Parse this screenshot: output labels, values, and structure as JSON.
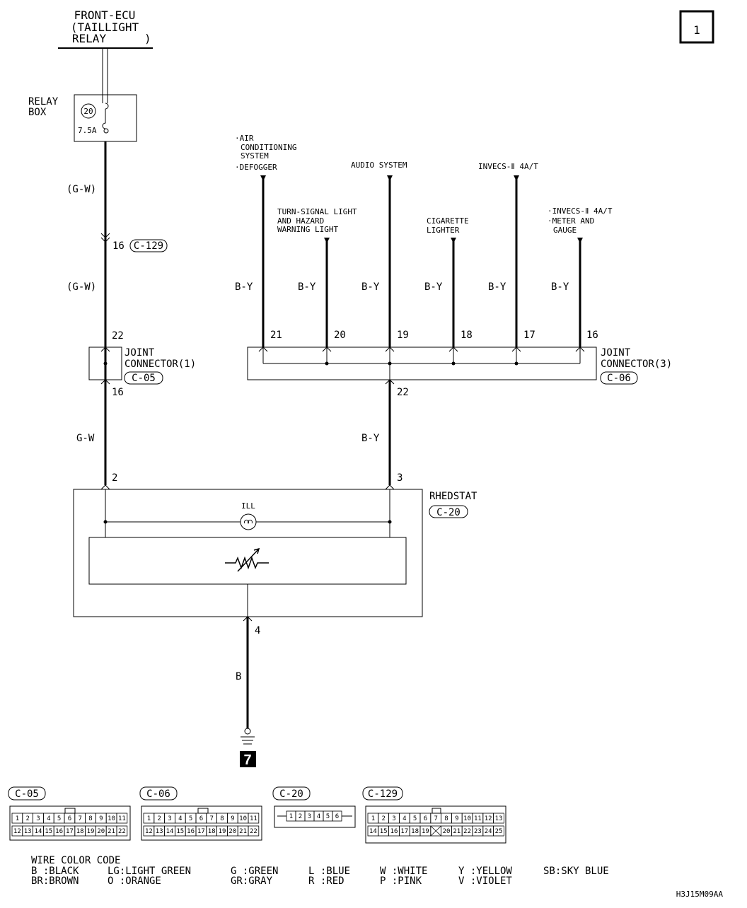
{
  "page_number": "1",
  "doc_code": "H3J15M09AA",
  "relay": {
    "line1": "FRONT-ECU",
    "line2": "(TAILLIGHT",
    "line3": "RELAY",
    "line3_close": ")"
  },
  "relay_box": {
    "label1": "RELAY",
    "label2": "BOX",
    "fuse_no": "20",
    "fuse_rating": "7.5A"
  },
  "left_wires": {
    "w1": "(G-W)",
    "pin_c129": "16",
    "conn_c129": "C-129",
    "w2": "(G-W)",
    "pin22": "22",
    "pin16": "16",
    "w3": "G-W",
    "pin2": "2"
  },
  "jc1": {
    "line1": "JOINT",
    "line2": "CONNECTOR(1)",
    "code": "C-05"
  },
  "jc3": {
    "line1": "JOINT",
    "line2": "CONNECTOR(3)",
    "code": "C-06"
  },
  "destinations": {
    "ac_1": "·AIR",
    "ac_2": "CONDITIONING",
    "ac_3": "SYSTEM",
    "ac_4": "·DEFOGGER",
    "audio": "AUDIO SYSTEM",
    "invecs": "INVECS-Ⅱ 4A/T",
    "turn_1": "TURN-SIGNAL LIGHT",
    "turn_2": "AND HAZARD",
    "turn_3": "WARNING LIGHT",
    "cig_1": "CIGARETTE",
    "cig_2": "LIGHTER",
    "meter_1": "·INVECS-Ⅱ 4A/T",
    "meter_2": "·METER AND",
    "meter_3": "GAUGE"
  },
  "by_label": "B-Y",
  "pins_top": [
    "21",
    "20",
    "19",
    "18",
    "17",
    "16"
  ],
  "right_wires": {
    "pin22": "22",
    "w": "B-Y",
    "pin3": "3"
  },
  "rheostat": {
    "label": "RHEDSTAT",
    "code": "C-20",
    "ill": "ILL"
  },
  "ground": {
    "pin": "4",
    "wire": "B",
    "ground_no": "7"
  },
  "connectors": [
    {
      "code": "C-05",
      "row1": [
        "1",
        "2",
        "3",
        "4",
        "5",
        "6",
        "7",
        "8",
        "9",
        "10",
        "11"
      ],
      "row2": [
        "12",
        "13",
        "14",
        "15",
        "16",
        "17",
        "18",
        "19",
        "20",
        "21",
        "22"
      ]
    },
    {
      "code": "C-06",
      "row1": [
        "1",
        "2",
        "3",
        "4",
        "5",
        "6",
        "7",
        "8",
        "9",
        "10",
        "11"
      ],
      "row2": [
        "12",
        "13",
        "14",
        "15",
        "16",
        "17",
        "18",
        "19",
        "20",
        "21",
        "22"
      ]
    },
    {
      "code": "C-20",
      "row1": [
        "1",
        "2",
        "3",
        "4",
        "5",
        "6"
      ]
    },
    {
      "code": "C-129",
      "row1": [
        "1",
        "2",
        "3",
        "4",
        "5",
        "6",
        "7",
        "8",
        "9",
        "10",
        "11",
        "12",
        "13"
      ],
      "row2": [
        "14",
        "15",
        "16",
        "17",
        "18",
        "19",
        "",
        "20",
        "21",
        "22",
        "23",
        "24",
        "25"
      ]
    }
  ],
  "wire_color_code": {
    "title": "WIRE COLOR CODE",
    "row1": [
      "B :BLACK",
      "LG:LIGHT GREEN",
      "G :GREEN",
      "L :BLUE",
      "W :WHITE",
      "Y :YELLOW",
      "SB:SKY BLUE"
    ],
    "row2": [
      "BR:BROWN",
      "O :ORANGE",
      "GR:GRAY",
      "R :RED",
      "P :PINK",
      "V :VIOLET"
    ]
  }
}
